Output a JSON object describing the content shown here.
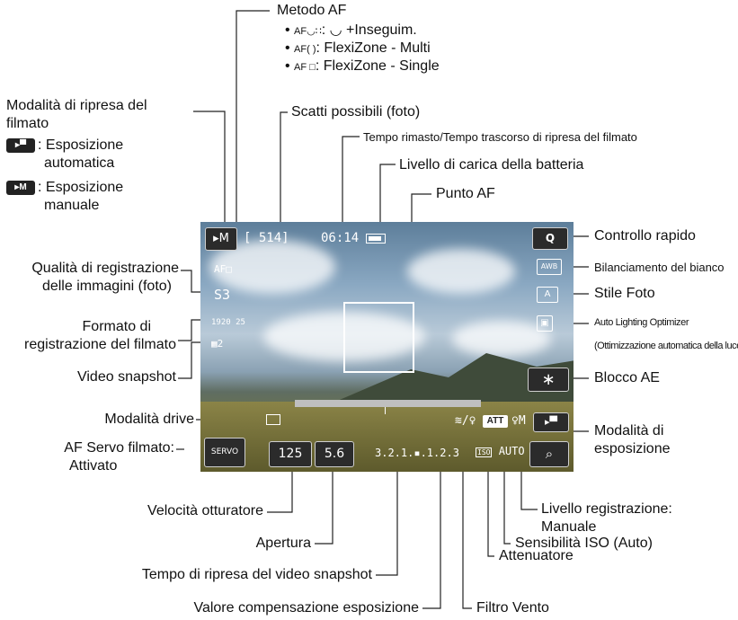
{
  "labels": {
    "metodo_af": "Metodo AF",
    "af_options": [
      {
        "glyph": "AF◡∷",
        "text": ": ◡ +Inseguim."
      },
      {
        "glyph": "AF( )",
        "text": ": FlexiZone - Multi"
      },
      {
        "glyph": "AF □",
        "text": ": FlexiZone - Single"
      }
    ],
    "modalita_ripresa_1": "Modalità di ripresa del",
    "modalita_ripresa_2": "filmato",
    "esposizione_auto_1": ": Esposizione",
    "esposizione_auto_2": "automatica",
    "esposizione_man_1": ": Esposizione",
    "esposizione_man_2": "manuale",
    "scatti_possibili": "Scatti possibili (foto)",
    "tempo_rimasto": "Tempo rimasto/Tempo trascorso di ripresa del filmato",
    "livello_batteria": "Livello di carica della batteria",
    "punto_af": "Punto AF",
    "qualita_1": "Qualità di registrazione",
    "qualita_2": "delle immagini (foto)",
    "formato_1": "Formato di",
    "formato_2": "registrazione del filmato",
    "video_snapshot": "Video snapshot",
    "controllo_rapido": "Controllo rapido",
    "bilanciamento": "Bilanciamento del bianco",
    "stile_foto": "Stile Foto",
    "alo_1": "Auto Lighting Optimizer",
    "alo_2": "(Ottimizzazione automatica della luce)",
    "blocco_ae": "Blocco AE",
    "modalita_drive": "Modalità drive",
    "af_servo_1": "AF Servo filmato:",
    "af_servo_2": "Attivato",
    "modalita_esposizione_1": "Modalità di",
    "modalita_esposizione_2": "esposizione",
    "velocita_otturatore": "Velocità otturatore",
    "livello_reg_1": "Livello registrazione:",
    "livello_reg_2": "Manuale",
    "apertura": "Apertura",
    "sensibilita_iso": "Sensibilità ISO (Auto)",
    "tempo_snapshot": "Tempo di ripresa del video snapshot",
    "attenuatore": "Attenuatore",
    "valore_comp": "Valore compensazione esposizione",
    "filtro_vento": "Filtro Vento"
  },
  "screen": {
    "shots": "[ 514]",
    "time": "06:14",
    "af_mode": "AF□",
    "quality": "S3",
    "format1": "1920",
    "format2": "25",
    "snapshot": "2",
    "q_button": "Q",
    "awb": "AWB",
    "style": "A",
    "ae_lock": "∗",
    "shutter": "125",
    "aperture": "5.6",
    "exposure_scale": "3.2.1.▪.1.2.3",
    "iso": "AUTO",
    "iso_tag": "ISO",
    "att": "ATT",
    "mic_m": "M",
    "servo": "SERVO AF",
    "mode_m": "M"
  },
  "colors": {
    "line": "#222222",
    "screen_bg": "#2b2b2b"
  }
}
